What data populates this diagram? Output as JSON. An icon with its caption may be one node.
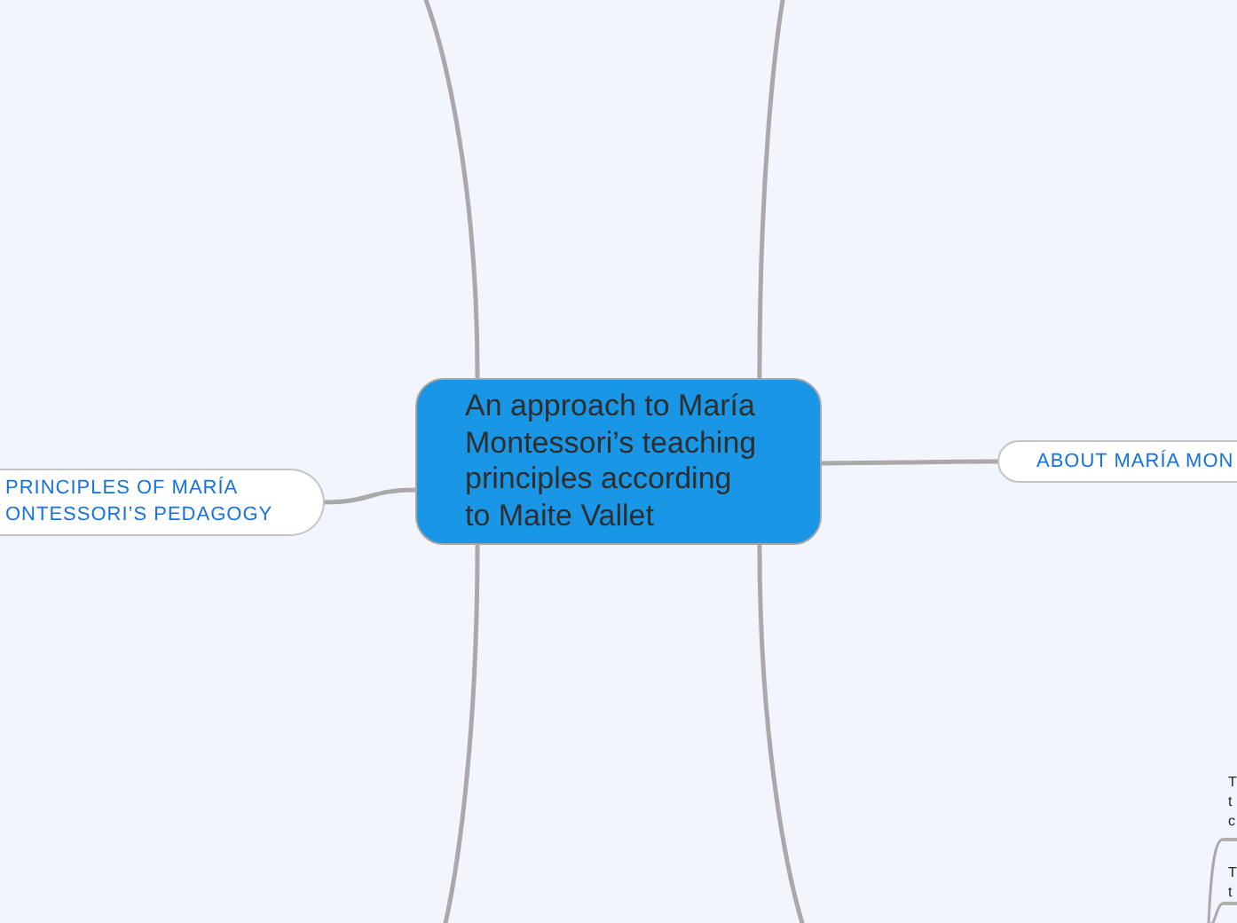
{
  "diagram": {
    "nodes": [
      {
        "text": [
          "An approach to María Montessori’s teaching principles according to Maite Vallet"
        ]
      },
      {
        "text": [
          "PRINCIPLES OF MARÍA ONTESSORI’S PEDAGOGY"
        ]
      },
      {
        "text": [
          "ABOUT MARÍA MON"
        ]
      },
      {
        "text": [
          "T t c"
        ]
      },
      {
        "text": [
          "T t"
        ]
      }
    ],
    "edges": [
      {
        "from": 0,
        "to": 1,
        "arrow": "none"
      },
      {
        "from": 0,
        "to": 2,
        "arrow": "none"
      },
      {
        "from": 0,
        "to": null,
        "arrow": "none"
      },
      {
        "from": 0,
        "to": null,
        "arrow": "none"
      },
      {
        "from": 0,
        "to": null,
        "arrow": "none"
      },
      {
        "from": 0,
        "to": null,
        "arrow": "none"
      },
      {
        "from": null,
        "to": 3,
        "arrow": "none"
      },
      {
        "from": null,
        "to": 4,
        "arrow": "none"
      }
    ]
  }
}
